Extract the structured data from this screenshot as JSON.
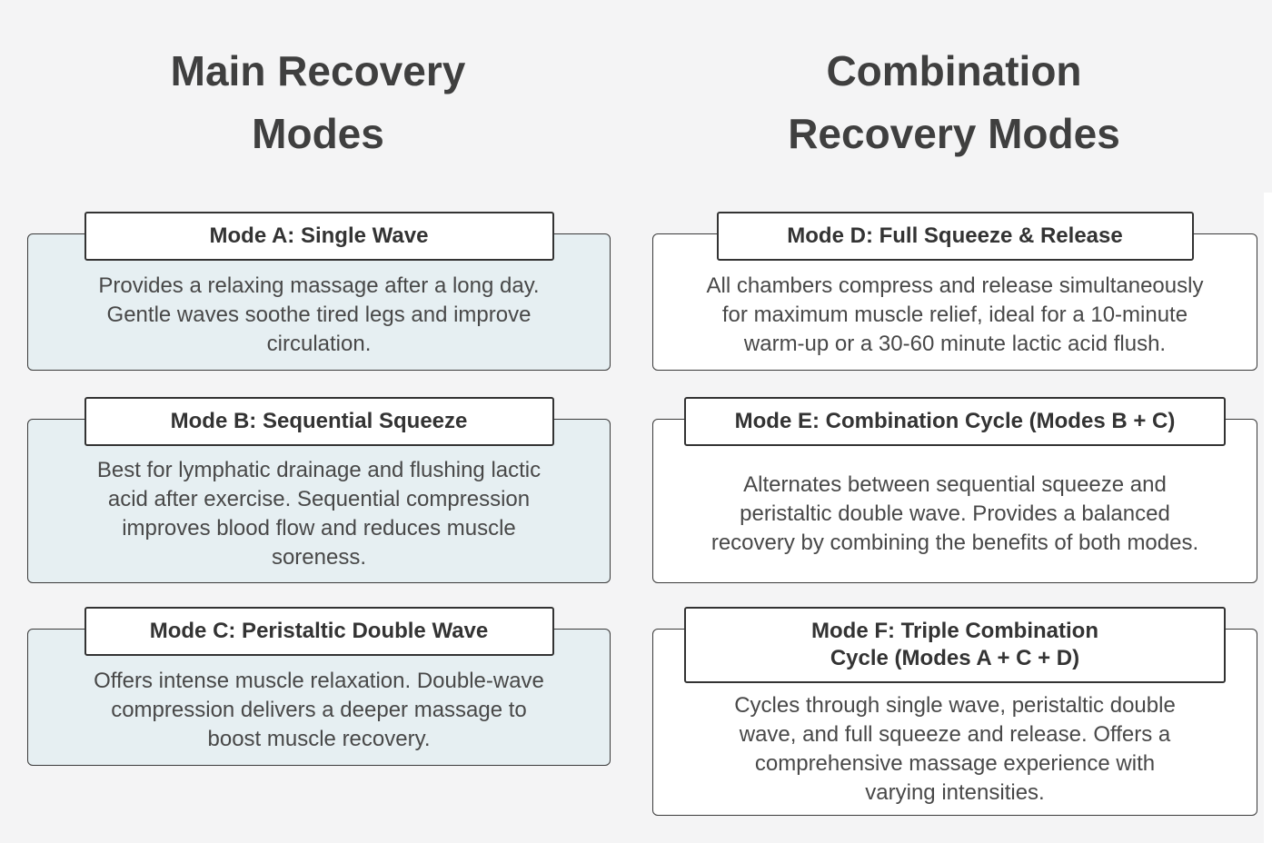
{
  "colors": {
    "page_bg": "#f4f4f5",
    "left_card_bg": "#e6eff2",
    "right_card_bg": "#ffffff",
    "border": "#333333",
    "heading_text": "#3f3f3f",
    "body_text": "#484848"
  },
  "columns": [
    {
      "heading": "Main Recovery Modes",
      "cards": [
        {
          "title": "Mode A: Single Wave",
          "lines": [
            "Provides a relaxing massage after a long day.",
            "Gentle waves soothe tired legs and improve",
            "circulation."
          ]
        },
        {
          "title": "Mode B: Sequential Squeeze",
          "lines": [
            "Best for lymphatic drainage and flushing lactic",
            "acid after exercise. Sequential compression",
            "improves blood flow and reduces muscle",
            "soreness."
          ]
        },
        {
          "title": "Mode C: Peristaltic Double Wave",
          "lines": [
            "Offers intense muscle relaxation. Double-wave",
            "compression delivers a deeper massage to",
            "boost muscle recovery."
          ]
        }
      ]
    },
    {
      "heading": "Combination Recovery Modes",
      "cards": [
        {
          "title": "Mode D: Full Squeeze & Release",
          "lines": [
            "All chambers compress and release simultaneously",
            "for maximum muscle relief, ideal for a 10-minute",
            "warm-up or a 30-60 minute lactic acid flush."
          ]
        },
        {
          "title": "Mode E: Combination Cycle (Modes B + C)",
          "lines": [
            "Alternates between sequential squeeze and",
            "peristaltic double wave. Provides a balanced",
            "recovery by combining the benefits of both modes."
          ]
        },
        {
          "title": "Mode F: Triple Combination Cycle (Modes A + C + D)",
          "lines": [
            "Cycles through single wave, peristaltic double",
            "wave, and full squeeze and release. Offers a",
            "comprehensive massage experience with",
            "varying intensities."
          ]
        }
      ]
    }
  ]
}
